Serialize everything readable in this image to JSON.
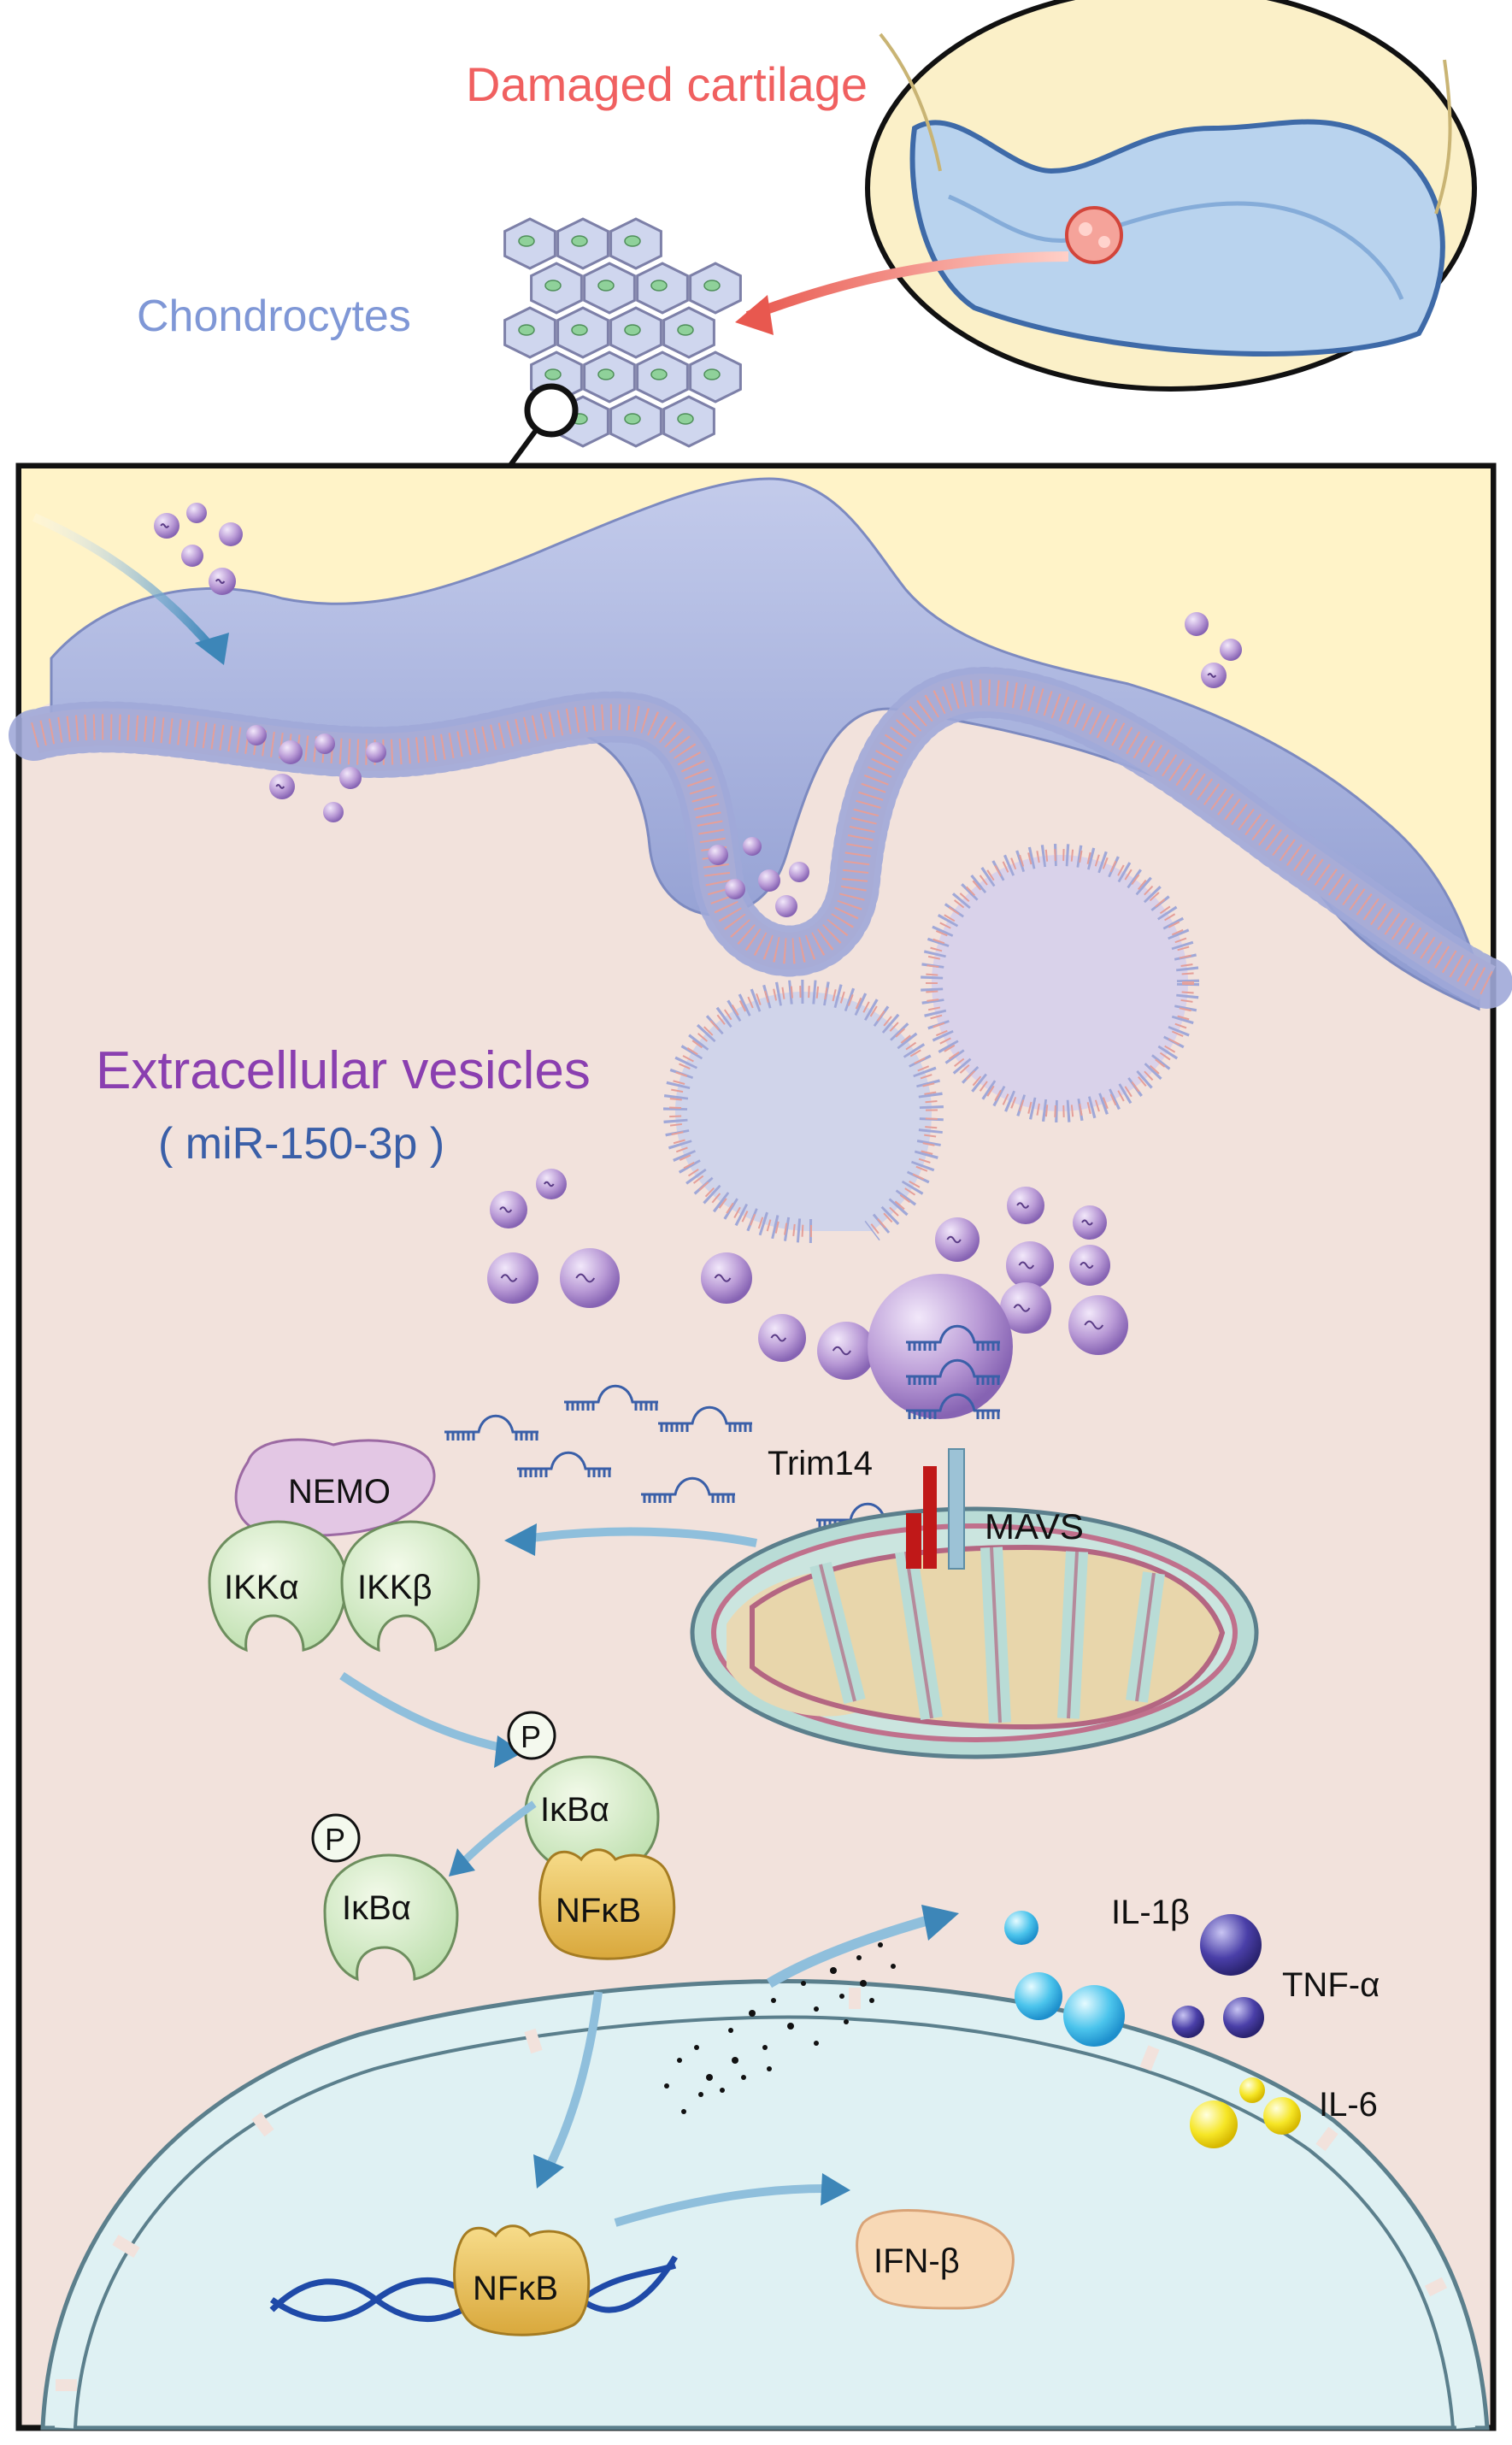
{
  "labels": {
    "damaged_cartilage": "Damaged cartilage",
    "chondrocytes": "Chondrocytes",
    "extracellular_vesicles": "Extracellular vesicles",
    "mirna": "( miR-150-3p )",
    "trim14": "Trim14",
    "mavs": "MAVS",
    "nemo": "NEMO",
    "ikk_alpha": "IKKα",
    "ikk_beta": "IKKβ",
    "phospho_1": "P",
    "phospho_2": "P",
    "ikb_alpha_1": "IκBα",
    "ikb_alpha_2": "IκBα",
    "nfkb_1": "NFκB",
    "nfkb_2": "NFκB",
    "ifn_beta": "IFN-β",
    "il1b": "IL-1β",
    "tnfa": "TNF-α",
    "il6": "IL-6"
  },
  "colors": {
    "title_red": "#f06060",
    "chondro_blue": "#7f97d6",
    "ev_purple": "#8a3fb0",
    "mirna_blue": "#3a5fa8",
    "cell_bg": "#f2e2dc",
    "extracell_bg": "#fff3c8",
    "membrane_fill": "#a8b4dc",
    "nucleus_fill": "#dff1f3",
    "arrow_blue": "#3d86b8"
  }
}
